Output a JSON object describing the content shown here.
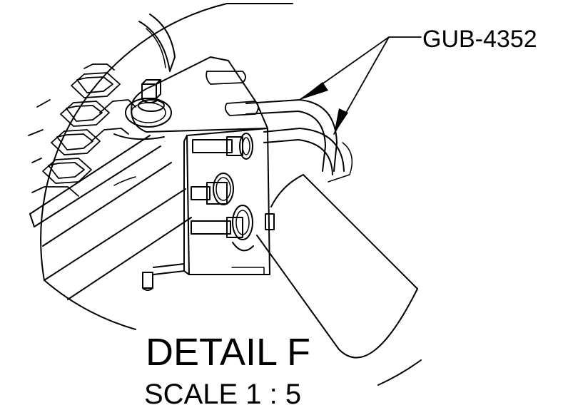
{
  "callout": {
    "part_number": "GUB-4352"
  },
  "detail": {
    "title": "DETAIL F",
    "scale": "SCALE 1 : 5"
  },
  "colors": {
    "line": "#000000",
    "background": "#ffffff"
  }
}
